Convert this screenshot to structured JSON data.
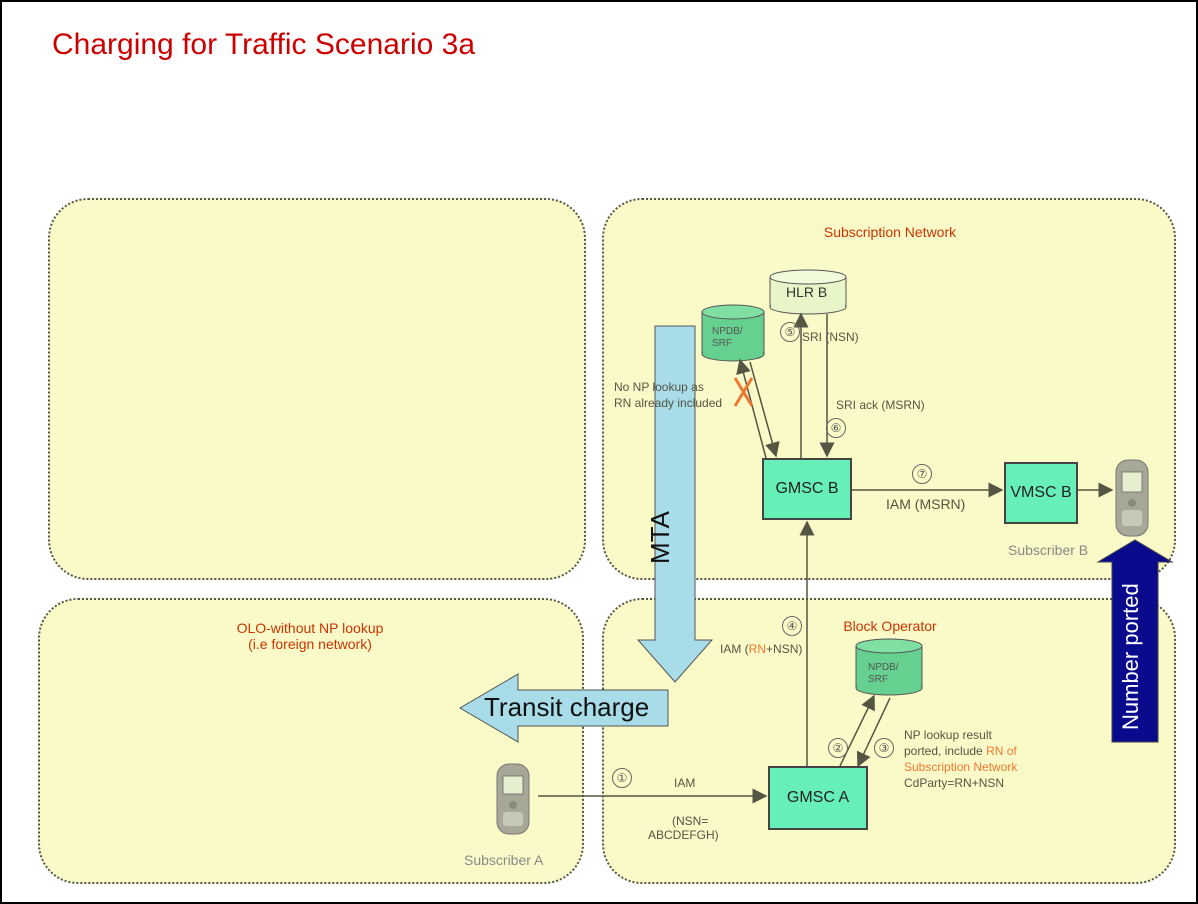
{
  "title": "Charging for Traffic Scenario 3a",
  "panels": {
    "subscription": "Subscription Network",
    "block": "Block Operator",
    "olo_line1": "OLO-without NP lookup",
    "olo_line2": "(i.e foreign network)"
  },
  "nodes": {
    "hlr_b": "HLR B",
    "npdb_top_1": "NPDB/",
    "npdb_top_2": "SRF",
    "npdb_bottom_1": "NPDB/",
    "npdb_bottom_2": "SRF",
    "gmsc_b": "GMSC B",
    "vmsc_b": "VMSC B",
    "gmsc_a": "GMSC A"
  },
  "subscribers": {
    "a": "Subscriber A",
    "b": "Subscriber B"
  },
  "labels": {
    "no_np_1": "No NP lookup as",
    "no_np_2": "RN already included",
    "sri": "SRI (NSN)",
    "sri_ack": "SRI ack (MSRN)",
    "iam_msrn": "IAM (MSRN)",
    "iam_rn_prefix": "IAM (",
    "iam_rn_rn": "RN",
    "iam_rn_suffix": "+NSN)",
    "iam": "IAM",
    "nsn_1": "(NSN=",
    "nsn_2": "ABCDEFGH)",
    "np_result_1": "NP lookup result",
    "np_result_2": "ported, include ",
    "np_result_2b": "RN of",
    "np_result_3": "Subscription Network",
    "np_result_4": "CdParty=RN+NSN"
  },
  "steps": [
    "①",
    "②",
    "③",
    "④",
    "⑤",
    "⑥",
    "⑦"
  ],
  "big_arrows": {
    "mta": "MTA",
    "transit": "Transit charge",
    "ported": "Number ported"
  },
  "colors": {
    "title": "#cc0000",
    "panel_fill": "#fafac8",
    "node_fill": "#66f0b8",
    "hlr_fill": "#e8f5c8",
    "big_arrow_fill": "#a8dce8",
    "ported_fill": "#0a0a8c",
    "highlight": "#f07830"
  }
}
